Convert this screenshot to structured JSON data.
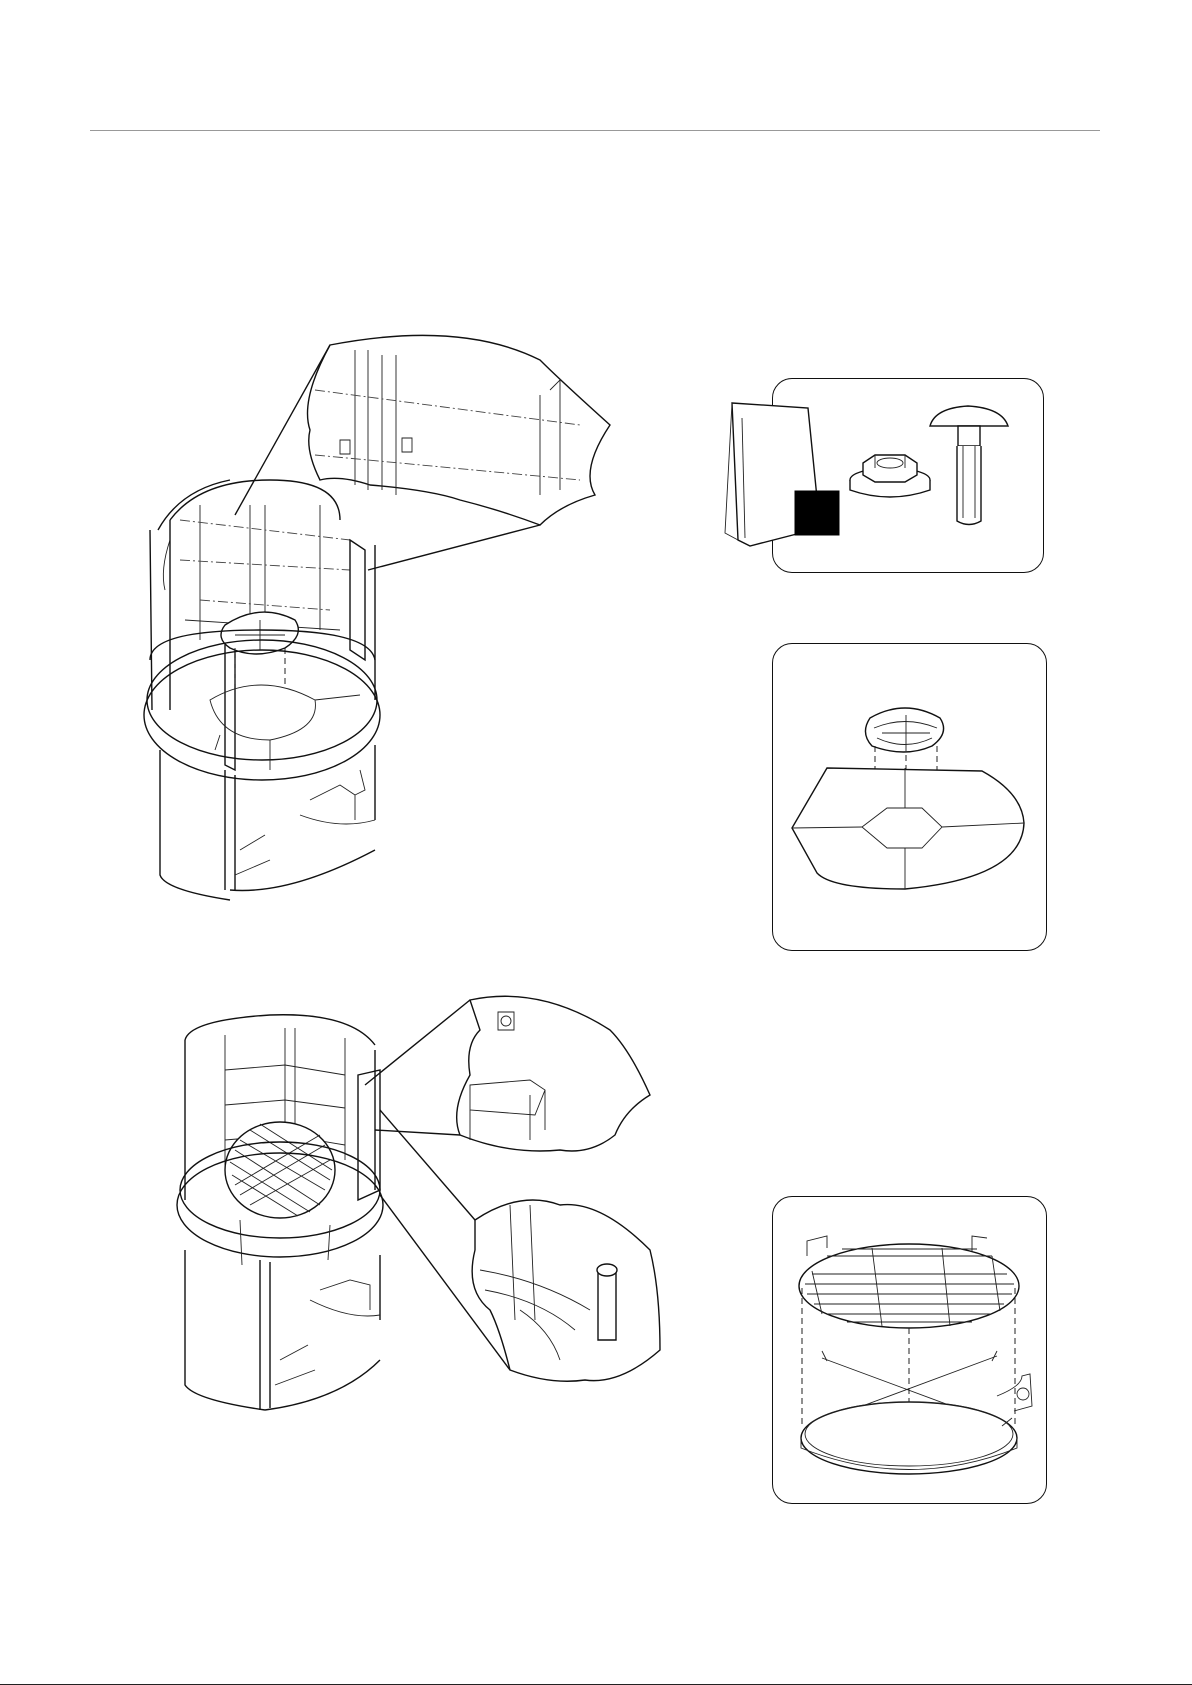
{
  "document": {
    "kind": "assembly-instruction-page",
    "has_text": false
  },
  "figures": [
    {
      "id": "step1-assembly",
      "icon": "cylindrical-grill-assembly-icon"
    },
    {
      "id": "step1-detail-bracket",
      "icon": "bracket-detail-callout-icon"
    },
    {
      "id": "inset-hardware",
      "icon": "hardware-pack-icon"
    },
    {
      "id": "inset-charcoal-plate",
      "icon": "charcoal-plate-icon"
    },
    {
      "id": "step2-assembly",
      "icon": "grill-with-grate-icon"
    },
    {
      "id": "step2-detail-bolt",
      "icon": "bolt-detail-callout-icon"
    },
    {
      "id": "step2-detail-handle",
      "icon": "handle-detail-callout-icon"
    },
    {
      "id": "inset-grate",
      "icon": "cooking-grate-icon"
    }
  ],
  "colors": {
    "line": "#111111",
    "fill": "#ffffff",
    "rule": "#999999"
  }
}
